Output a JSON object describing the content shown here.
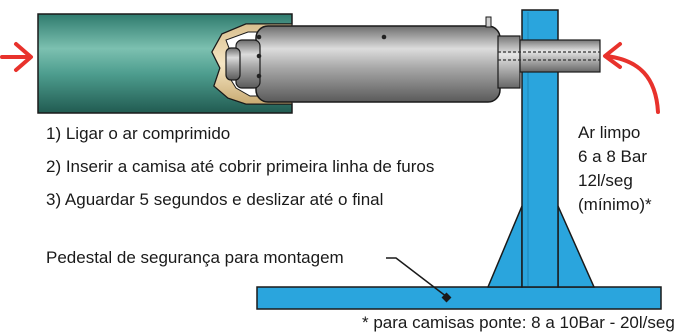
{
  "instructions": {
    "step1": "1) Ligar o ar comprimido",
    "step2": "2) Inserir a camisa até cobrir primeira linha de furos",
    "step3": "3) Aguardar 5 segundos e deslizar até o final"
  },
  "pedestal_label": "Pedestal de segurança para montagem",
  "air_spec": {
    "line1": "Ar limpo",
    "line2": "6 a 8 Bar",
    "line3": "12l/seg",
    "line4": "(mínimo)*"
  },
  "footnote": "* para camisas ponte: 8 a 10Bar - 20l/seg",
  "colors": {
    "arrow": "#e8322c",
    "pedestal": "#2aa5dd",
    "sleeve": "#3f8f80",
    "mandrel": "#9a9a9a",
    "cutaway_face": "#f0d9b0",
    "outline": "#1a1a1a"
  },
  "icons": {
    "entry_arrow": "arrow-right-icon",
    "air_arrow": "curved-arrow-icon"
  }
}
